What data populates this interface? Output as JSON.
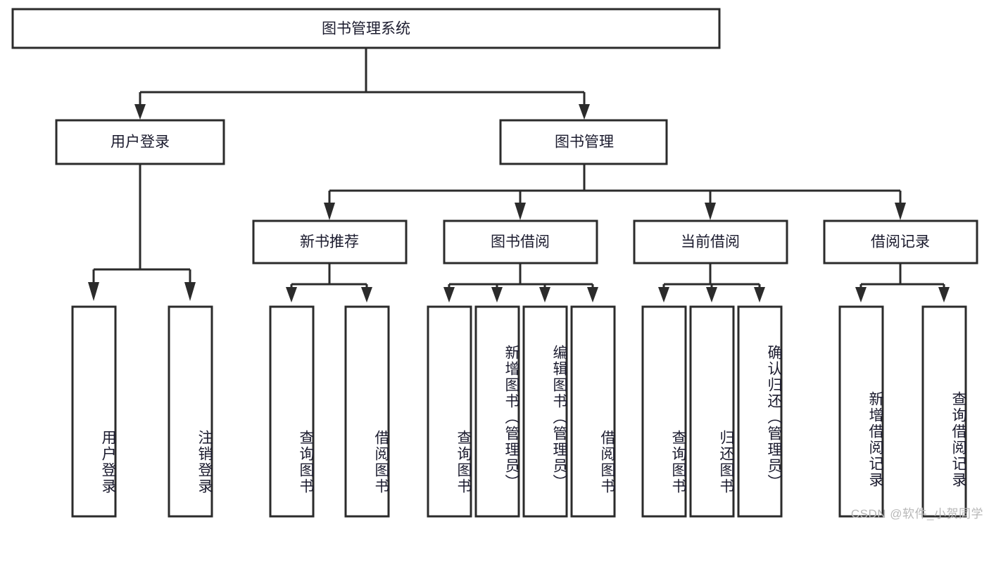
{
  "diagram": {
    "type": "hierarchy-tree",
    "title": "图书管理系统",
    "watermark": "CSDN @软件_小贺同学",
    "colors": {
      "stroke": "#2b2b2b",
      "fill": "#ffffff",
      "text": "#1b1b2e",
      "watermark": "#b8b8b8"
    },
    "levels": {
      "root": "图书管理系统",
      "level2": [
        "用户登录",
        "图书管理"
      ],
      "level3": [
        "新书推荐",
        "图书借阅",
        "当前借阅",
        "借阅记录"
      ]
    },
    "nodes": {
      "root": {
        "label": "图书管理系统"
      },
      "user_login": {
        "label": "用户登录"
      },
      "book_manage": {
        "label": "图书管理"
      },
      "new_book_rec": {
        "label": "新书推荐"
      },
      "book_borrow": {
        "label": "图书借阅"
      },
      "current_borrow": {
        "label": "当前借阅"
      },
      "borrow_record": {
        "label": "借阅记录"
      },
      "leaf_user_login": {
        "label": "用户登录"
      },
      "leaf_user_logout": {
        "label": "注销登录"
      },
      "leaf_query_book_1": {
        "label": "查询图书"
      },
      "leaf_borrow_book_1": {
        "label": "借阅图书"
      },
      "leaf_query_book_2": {
        "label": "查询图书"
      },
      "leaf_add_book": {
        "label": "新增图书（管理员）"
      },
      "leaf_edit_book": {
        "label": "编辑图书（管理员）"
      },
      "leaf_borrow_book_2": {
        "label": "借阅图书"
      },
      "leaf_query_book_3": {
        "label": "查询图书"
      },
      "leaf_return_book": {
        "label": "归还图书"
      },
      "leaf_confirm_return": {
        "label": "确认归还（管理员）"
      },
      "leaf_add_record": {
        "label": "新增借阅记录"
      },
      "leaf_query_record": {
        "label": "查询借阅记录"
      }
    },
    "edges": [
      {
        "from": "root",
        "to": "user_login"
      },
      {
        "from": "root",
        "to": "book_manage"
      },
      {
        "from": "user_login",
        "to": "leaf_user_login"
      },
      {
        "from": "user_login",
        "to": "leaf_user_logout"
      },
      {
        "from": "book_manage",
        "to": "new_book_rec"
      },
      {
        "from": "book_manage",
        "to": "book_borrow"
      },
      {
        "from": "book_manage",
        "to": "current_borrow"
      },
      {
        "from": "book_manage",
        "to": "borrow_record"
      },
      {
        "from": "new_book_rec",
        "to": "leaf_query_book_1"
      },
      {
        "from": "new_book_rec",
        "to": "leaf_borrow_book_1"
      },
      {
        "from": "book_borrow",
        "to": "leaf_query_book_2"
      },
      {
        "from": "book_borrow",
        "to": "leaf_add_book"
      },
      {
        "from": "book_borrow",
        "to": "leaf_edit_book"
      },
      {
        "from": "book_borrow",
        "to": "leaf_borrow_book_2"
      },
      {
        "from": "current_borrow",
        "to": "leaf_query_book_3"
      },
      {
        "from": "current_borrow",
        "to": "leaf_return_book"
      },
      {
        "from": "current_borrow",
        "to": "leaf_confirm_return"
      },
      {
        "from": "borrow_record",
        "to": "leaf_add_record"
      },
      {
        "from": "borrow_record",
        "to": "leaf_query_record"
      }
    ]
  }
}
